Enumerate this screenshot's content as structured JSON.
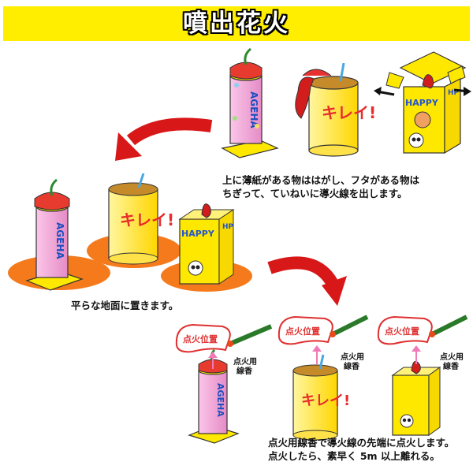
{
  "title": "噴出花火",
  "captions": {
    "step1_line1": "上に薄紙がある物ははがし、フタがある物は",
    "step1_line2": "ちぎって、ていねいに導火線を出します。",
    "step2": "平らな地面に置きます。",
    "step3_line1": "点火用線香で導火線の先端に点火します。",
    "step3_line2": "点火したら、素早く 5m 以上離れる。"
  },
  "labels": {
    "ignition_point": "点火位置",
    "incense_line1": "点火用",
    "incense_line2": "線香",
    "ageha": "AGEHA",
    "kirei": "キレイ!",
    "happy": "HAPPY",
    "hp": "HP"
  },
  "colors": {
    "banner": "#ffee00",
    "pink_tube": "#f7a8d8",
    "yellow_box": "#ffe800",
    "orange_ground": "#f57a1c",
    "red_arrow": "#d81818"
  },
  "icons": [
    "ageha-firework-icon",
    "kirei-firework-icon",
    "happy-box-firework-icon",
    "red-arrow-icon",
    "incense-stick-icon",
    "pink-up-arrow-icon",
    "ignition-point-bubble-icon",
    "black-arrow-icon"
  ]
}
